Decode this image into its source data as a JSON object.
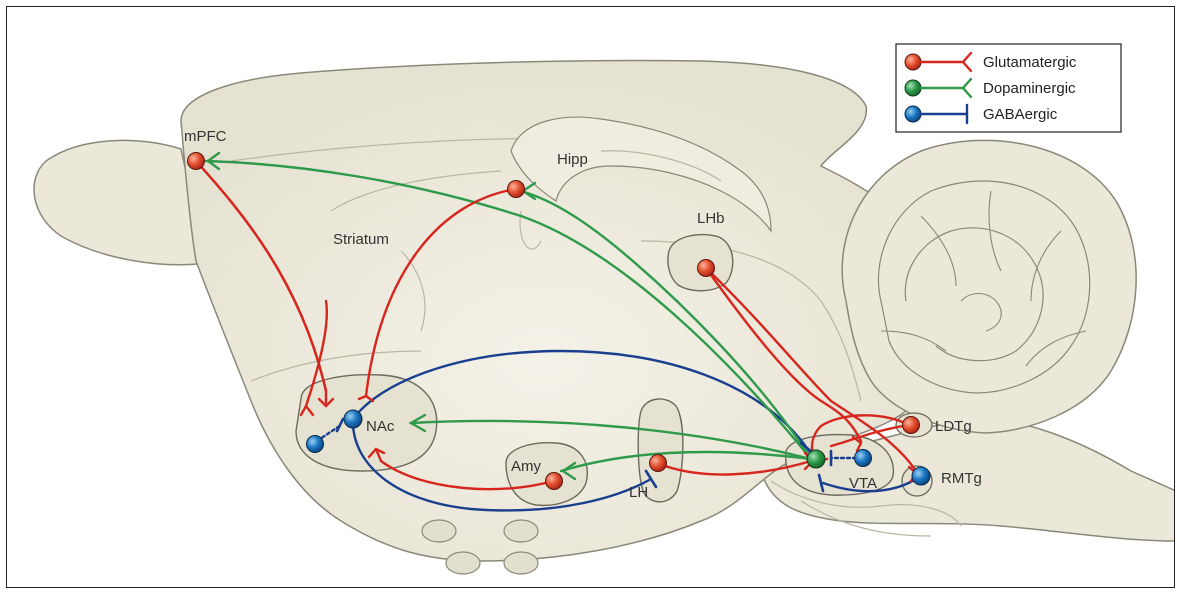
{
  "regions": {
    "mpfc": "mPFC",
    "hipp": "Hipp",
    "striatum": "Striatum",
    "lhb": "LHb",
    "nac": "NAc",
    "amy": "Amy",
    "lh": "LH",
    "vta": "VTA",
    "ldtg": "LDTg",
    "rmtg": "RMTg"
  },
  "legend": [
    {
      "label": "Glutamatergic",
      "color": "#d7261e",
      "icon": "glutamatergic-neuron-icon"
    },
    {
      "label": "Dopaminergic",
      "color": "#2e9a4a",
      "icon": "dopaminergic-neuron-icon"
    },
    {
      "label": "GABAergic",
      "color": "#1b3f8f",
      "icon": "gabaergic-neuron-icon"
    }
  ],
  "colors": {
    "glutamatergic": "#d7261e",
    "dopaminergic": "#2e9a4a",
    "gabaergic": "#1b3f8f",
    "brain_fill": "#ebe8da",
    "brain_stroke": "#8a8878"
  }
}
